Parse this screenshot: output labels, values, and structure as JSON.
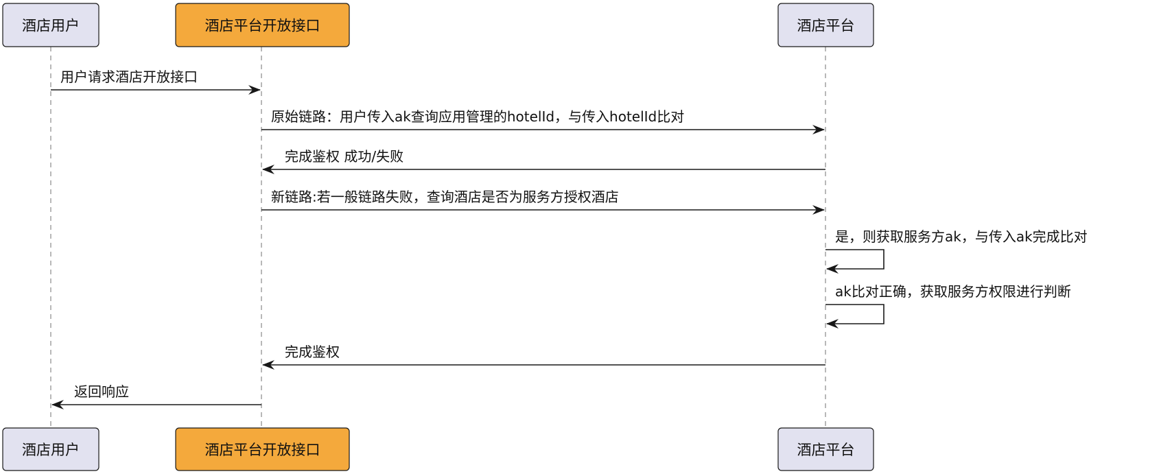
{
  "participants": [
    {
      "id": "user",
      "label": "酒店用户",
      "fill": "#E2E2F0"
    },
    {
      "id": "api",
      "label": "酒店平台开放接口",
      "fill": "#F4A93C"
    },
    {
      "id": "platform",
      "label": "酒店平台",
      "fill": "#E2E2F0"
    }
  ],
  "messages": [
    {
      "from": "user",
      "to": "api",
      "label": "用户请求酒店开放接口"
    },
    {
      "from": "api",
      "to": "platform",
      "label": "原始链路：用户传入ak查询应用管理的hotelId，与传入hotelId比对"
    },
    {
      "from": "platform",
      "to": "api",
      "label": "完成鉴权 成功/失败"
    },
    {
      "from": "api",
      "to": "platform",
      "label": "新链路:若一般链路失败，查询酒店是否为服务方授权酒店"
    },
    {
      "from": "platform",
      "to": "platform",
      "label": "是，则获取服务方ak，与传入ak完成比对"
    },
    {
      "from": "platform",
      "to": "platform",
      "label": "ak比对正确，获取服务方权限进行判断"
    },
    {
      "from": "platform",
      "to": "api",
      "label": "完成鉴权"
    },
    {
      "from": "api",
      "to": "user",
      "label": "返回响应"
    }
  ],
  "colors": {
    "line": "#181818",
    "lifeline": "#888888"
  }
}
